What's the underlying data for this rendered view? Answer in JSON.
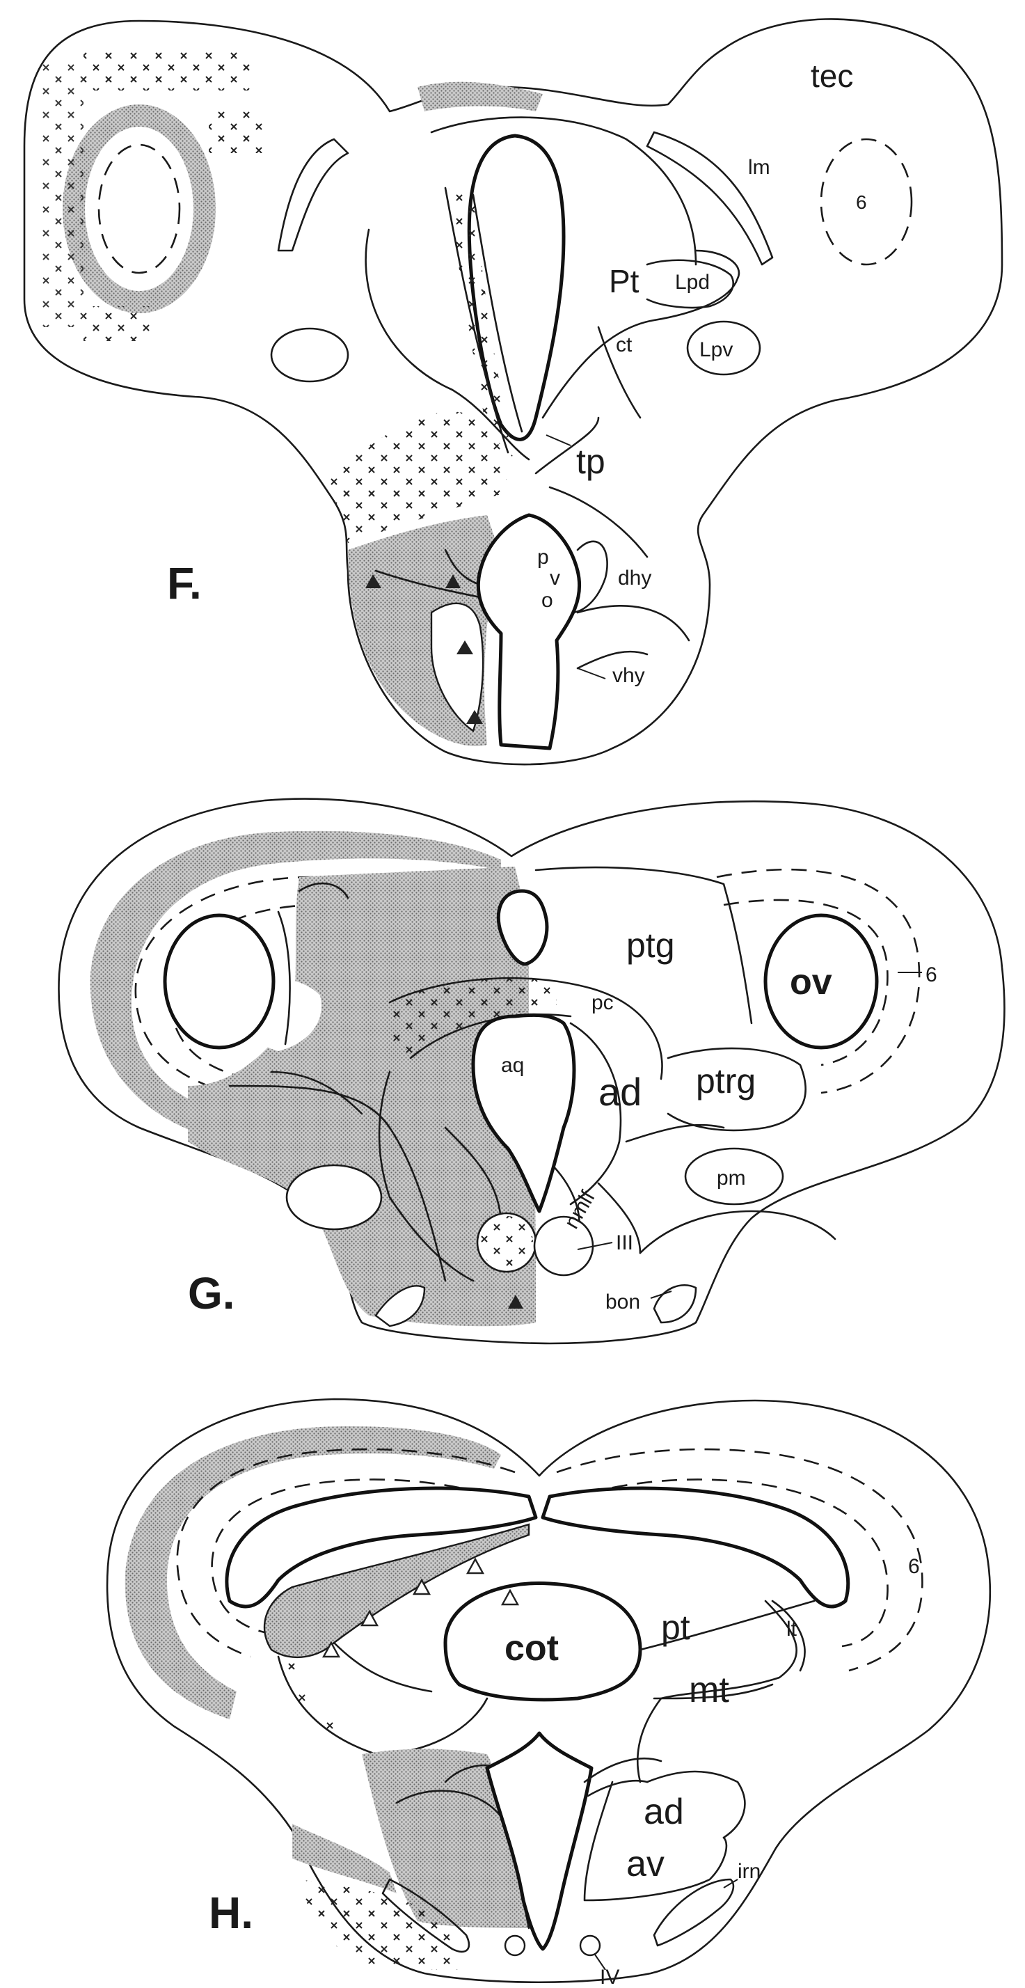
{
  "panels": {
    "F": {
      "panel_label": "F.",
      "labels": {
        "tec": "tec",
        "lm": "lm",
        "six": "6",
        "pt": "Pt",
        "lpd": "Lpd",
        "ct": "ct",
        "lpv": "Lpv",
        "tp": "tp",
        "p": "p",
        "v": "v",
        "o": "o",
        "dhy": "dhy",
        "vhy": "vhy"
      }
    },
    "G": {
      "panel_label": "G.",
      "labels": {
        "ptg": "ptg",
        "ov": "ov",
        "six": "6",
        "pc": "pc",
        "aq": "aq",
        "ad": "ad",
        "ptrg": "ptrg",
        "pm": "pm",
        "nmlf": "nmlf",
        "iii": "III",
        "bon": "bon"
      }
    },
    "H": {
      "panel_label": "H.",
      "labels": {
        "six": "6",
        "lt": "lt",
        "pt": "pt",
        "cot": "cot",
        "mt": "mt",
        "ad": "ad",
        "av": "av",
        "irn": "irn",
        "iv": "IV"
      }
    }
  },
  "colors": {
    "ink": "#1a1a1a",
    "stipple": "#8a8a8a",
    "background": "#ffffff"
  }
}
